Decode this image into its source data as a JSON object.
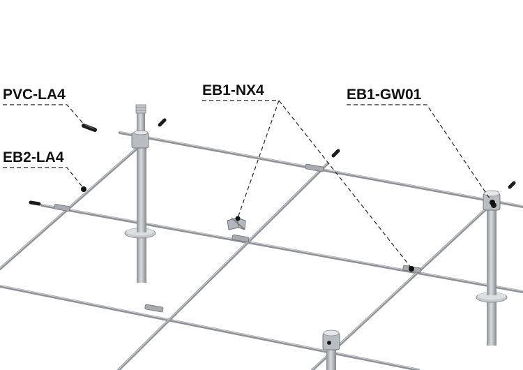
{
  "labels": {
    "pvc": "PVC-LA4",
    "eb2": "EB2-LA4",
    "nx4": "EB1-NX4",
    "gw01": "EB1-GW01"
  },
  "colors": {
    "cable": "#8e9297",
    "cable_highlight": "#d4d7da",
    "post": "#b3b7bb",
    "post_shade": "#878b90",
    "leader": "#222222",
    "marker": "#111111"
  },
  "icons": {
    "cable": "wire-rope",
    "post": "steel-post",
    "cap": "end-cap",
    "connector": "cross-connector"
  }
}
